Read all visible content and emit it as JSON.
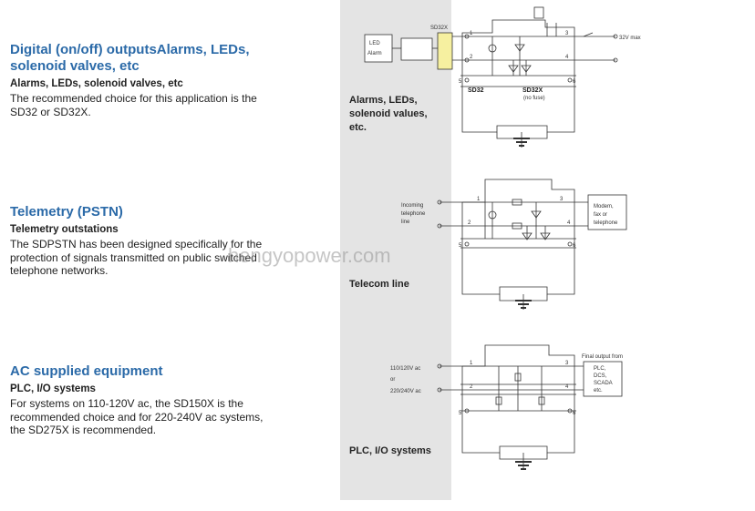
{
  "sections": [
    {
      "title": "Digital (on/off) outputsAlarms, LEDs, solenoid valves, etc",
      "subtitle": "Alarms, LEDs, solenoid valves, etc",
      "body": "The recommended choice for this application is the SD32 or SD32X."
    },
    {
      "title": "Telemetry (PSTN)",
      "subtitle": "Telemetry outstations",
      "body": "The SDPSTN has been designed specifically for the protection of signals transmitted on public switched telephone networks."
    },
    {
      "title": "AC supplied equipment",
      "subtitle": "PLC, I/O systems",
      "body": "For systems on 110-120V ac, the SD150X is the recommended choice and for 220-240V ac systems, the SD275X is recommended."
    }
  ],
  "diagrams": {
    "d1": {
      "label": "Alarms, LEDs, solenoid values, etc.",
      "device": "SD32X",
      "led_box_line1": "LED",
      "led_box_line2": "Alarm",
      "voltage": "32V max",
      "sd32": "SD32",
      "sd32x": "SD32X",
      "no_fuse": "(no fuse)",
      "t1": "1",
      "t3": "3",
      "t2": "2",
      "t4": "4",
      "t5": "5",
      "t6": "6"
    },
    "d2": {
      "label": "Telecom line",
      "incoming1": "Incoming",
      "incoming2": "telephone",
      "incoming3": "line",
      "modem1": "Modem,",
      "modem2": "fax or",
      "modem3": "telephone",
      "t1": "1",
      "t3": "3",
      "t2": "2",
      "t4": "4",
      "t5": "5",
      "t6": "6"
    },
    "d3": {
      "label": "PLC, I/O systems",
      "v110": "110/120V ac",
      "or": "or",
      "v220": "220/240V ac",
      "final1": "Final output from",
      "plc1": "PLC,",
      "plc2": "DCS,",
      "plc3": "SCADA",
      "plc4": "etc.",
      "t1": "1",
      "t3": "3",
      "t2": "2",
      "t4": "4",
      "t5": "5",
      "t6": "6"
    }
  },
  "watermark": "hengyopower.com",
  "colors": {
    "title": "#2b6aa8",
    "band": "#e4e4e4",
    "sd32x_box": "#f6f0a0"
  }
}
